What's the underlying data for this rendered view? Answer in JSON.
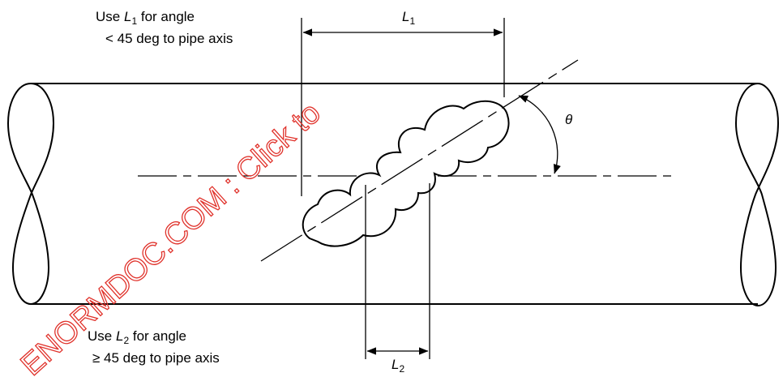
{
  "notes": {
    "l1_line1": "Use ",
    "l1_var": "L",
    "l1_sub": "1",
    "l1_line1_tail": " for angle",
    "l1_line2": "< 45 deg to pipe axis",
    "l2_line1": "Use ",
    "l2_var": "L",
    "l2_sub": "2",
    "l2_line1_tail": " for angle",
    "l2_line2": "≥ 45 deg to pipe axis"
  },
  "dimensions": {
    "l1_var": "L",
    "l1_sub": "1",
    "l2_var": "L",
    "l2_sub": "2",
    "angle": "θ"
  },
  "watermark": "ENORMDOC.COM : Click to",
  "colors": {
    "line": "#000000",
    "watermark": "#e0322b"
  }
}
